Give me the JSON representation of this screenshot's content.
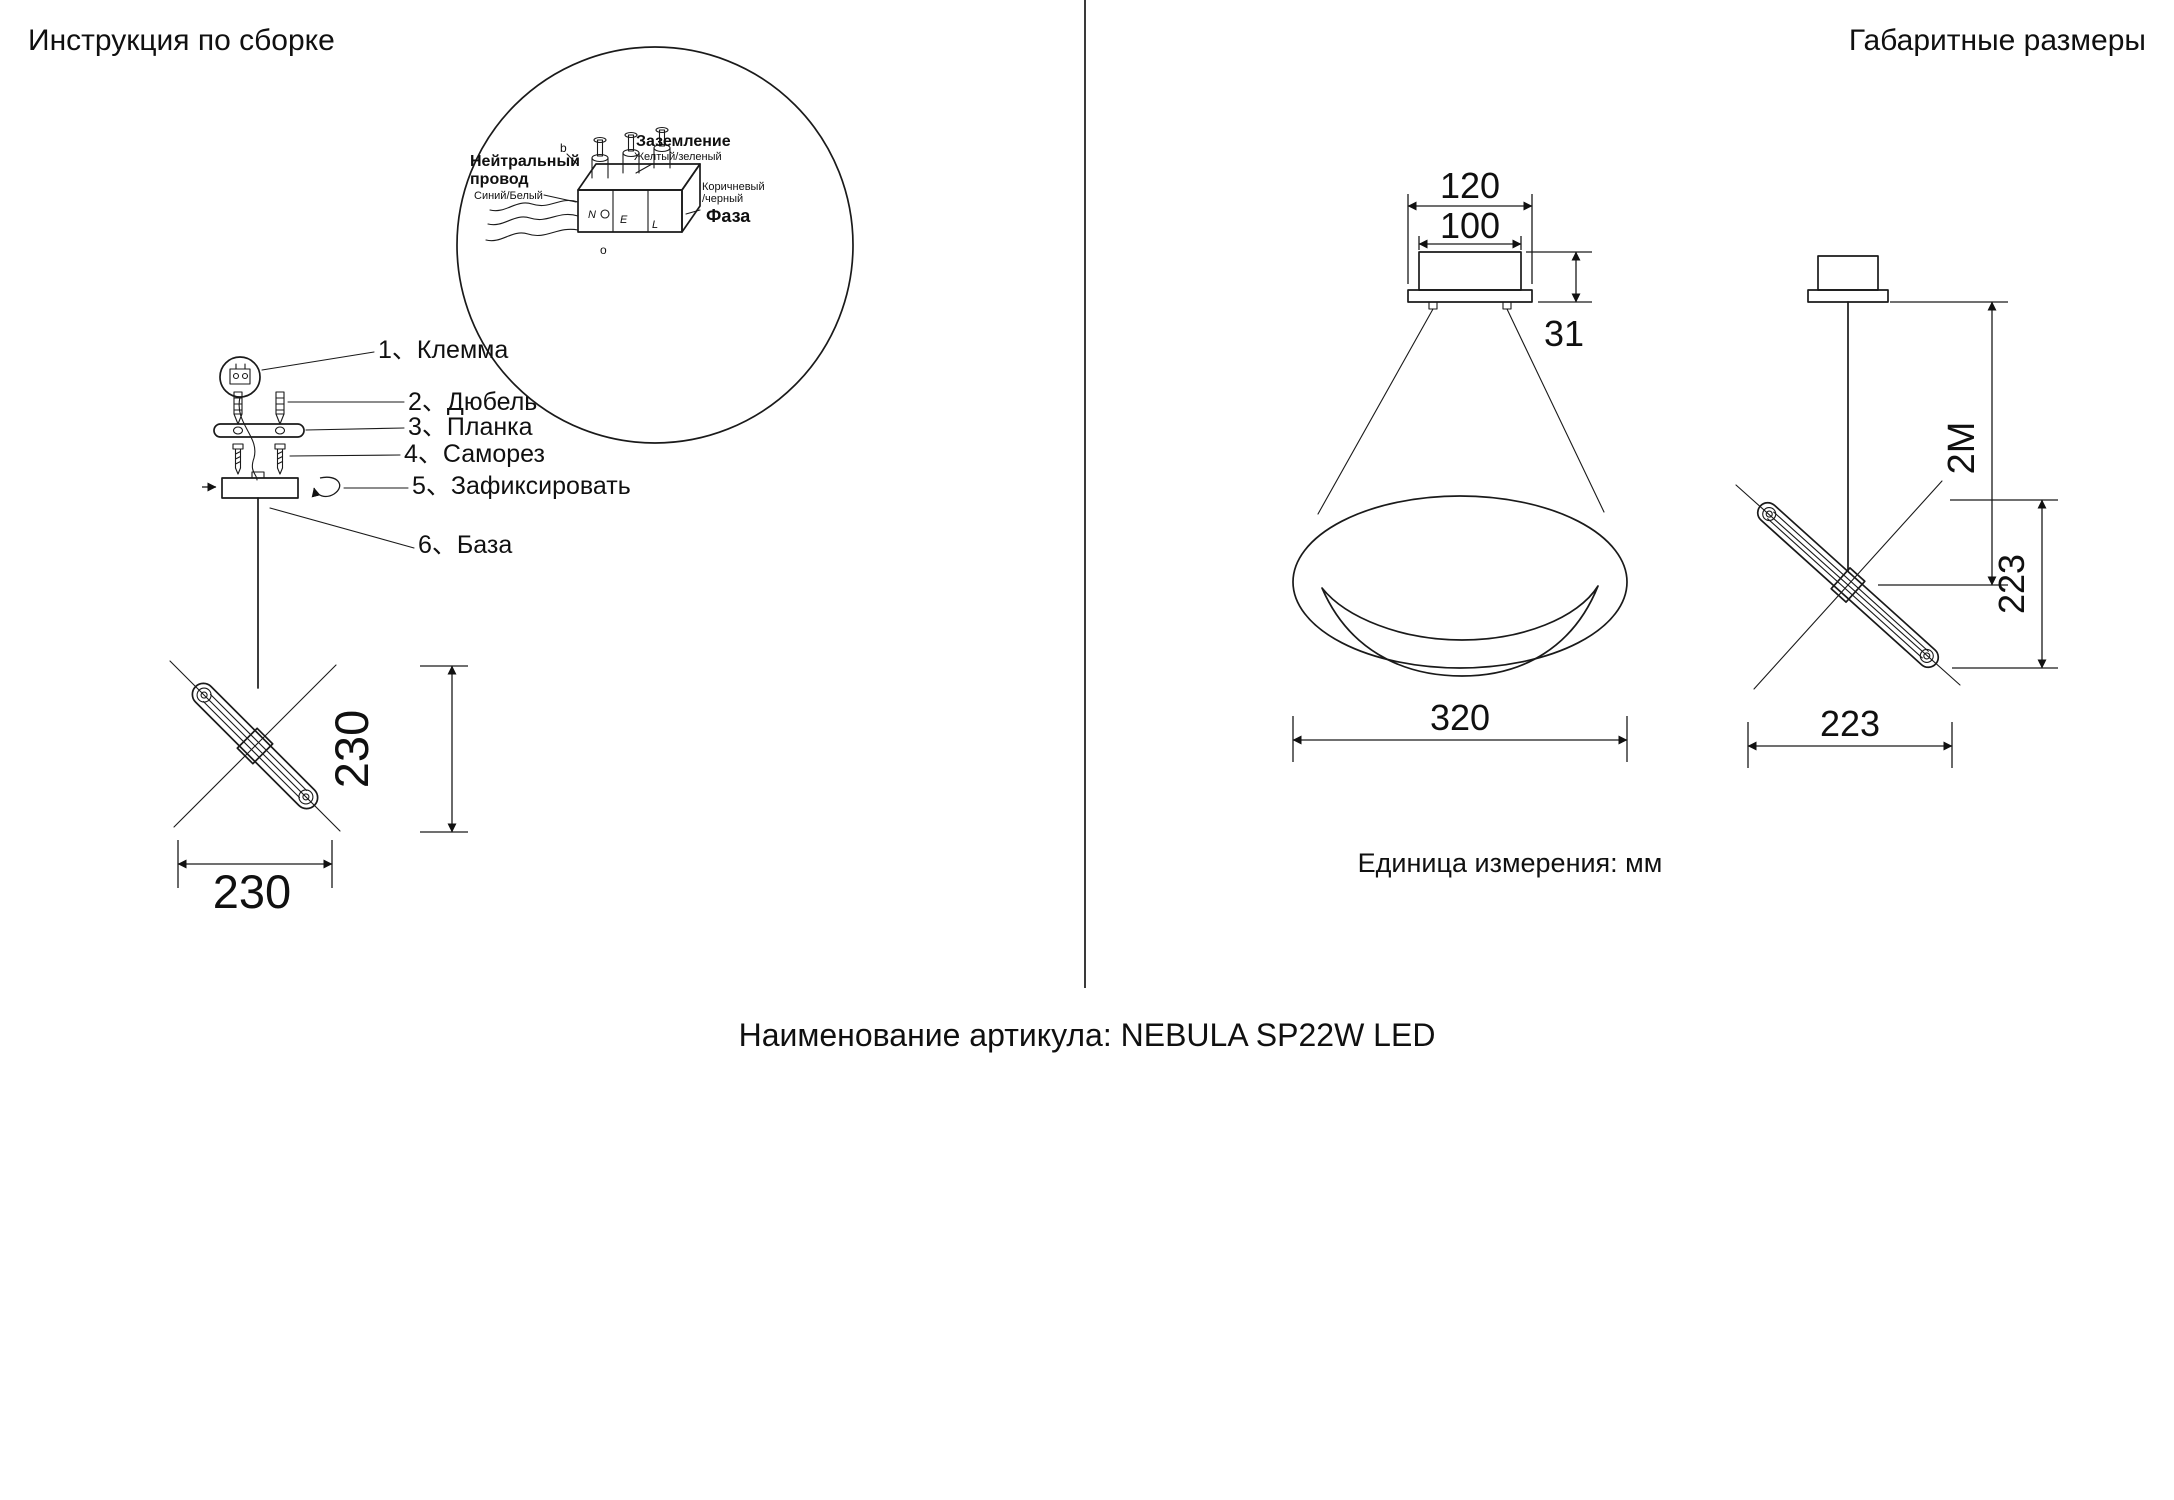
{
  "header": {
    "left": "Инструкция по сборке",
    "right": "Габаритные размеры"
  },
  "footer": {
    "article": "Наименование артикула: NEBULA SP22W LED"
  },
  "notes": {
    "units": "Единица измерения: мм"
  },
  "wiring": {
    "neutral1": "Нейтральный",
    "neutral2": "провод",
    "neutral_sub": "Синий/Белый",
    "ground": "Заземление",
    "ground_sub": "Желтый/зеленый",
    "phase_sub1": "Коричневый",
    "phase_sub2": "/черный",
    "phase": "Фаза",
    "t_n": "N",
    "t_e": "E",
    "t_l": "L",
    "m_b": "b",
    "m_o": "o"
  },
  "parts": [
    {
      "label": "1、Клемма"
    },
    {
      "label": "2、Дюбель"
    },
    {
      "label": "3、Планка"
    },
    {
      "label": "4、Саморез"
    },
    {
      "label": "5、Зафиксировать"
    },
    {
      "label": "6、База"
    }
  ],
  "dims": {
    "bar_h": "230",
    "bar_w": "230",
    "front_plate": "120",
    "front_box": "100",
    "canopy_h": "31",
    "shade_w": "320",
    "drop": "2M",
    "side_h": "223",
    "side_w": "223"
  }
}
